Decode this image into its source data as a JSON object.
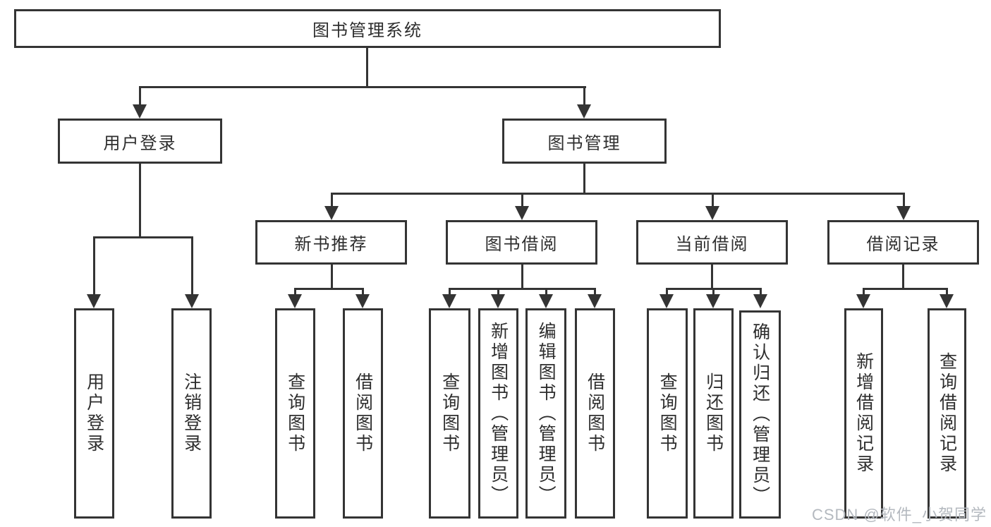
{
  "tree": {
    "root": {
      "label": "图书管理系统"
    },
    "branches": [
      {
        "label": "用户登录",
        "children": [
          {
            "label": "用户登录"
          },
          {
            "label": "注销登录"
          }
        ]
      },
      {
        "label": "图书管理",
        "children": [
          {
            "label": "新书推荐",
            "children": [
              {
                "label": "查询图书"
              },
              {
                "label": "借阅图书"
              }
            ]
          },
          {
            "label": "图书借阅",
            "children": [
              {
                "label": "查询图书"
              },
              {
                "label": "新增图书（管理员）"
              },
              {
                "label": "编辑图书（管理员）"
              },
              {
                "label": "借阅图书"
              }
            ]
          },
          {
            "label": "当前借阅",
            "children": [
              {
                "label": "查询图书"
              },
              {
                "label": "归还图书"
              },
              {
                "label": "确认归还（管理员）"
              }
            ]
          },
          {
            "label": "借阅记录",
            "children": [
              {
                "label": "新增借阅记录"
              },
              {
                "label": "查询借阅记录"
              }
            ]
          }
        ]
      }
    ]
  },
  "watermark": {
    "text": "CSDN @软件_小贺同学"
  },
  "colors": {
    "line": "#343434",
    "text": "#2e2e2e",
    "watermark": "#b4b9bf",
    "background": "#ffffff"
  }
}
